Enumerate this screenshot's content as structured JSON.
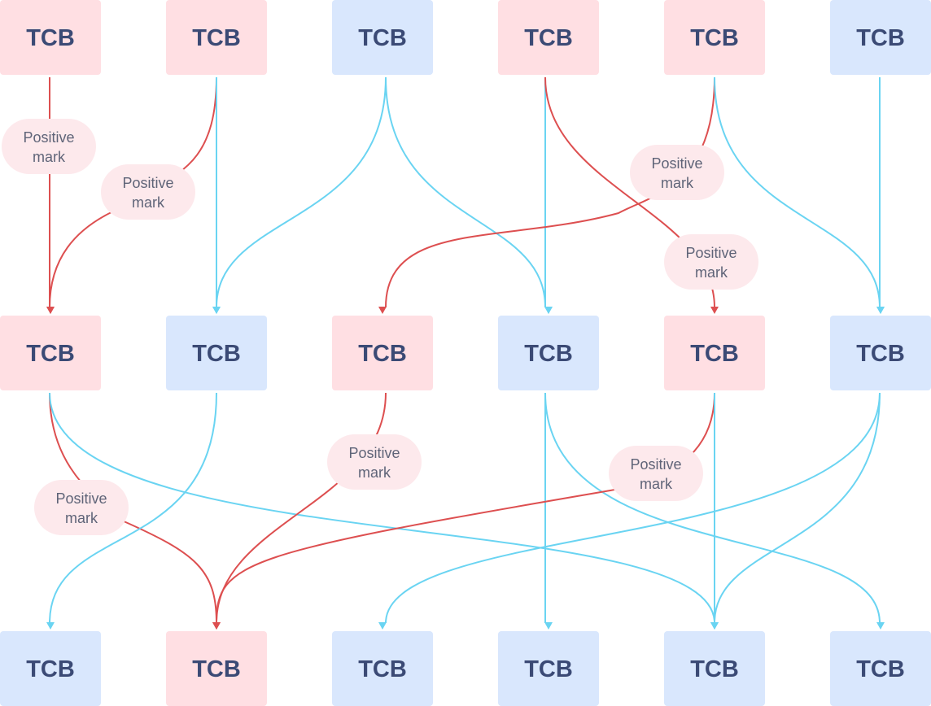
{
  "colors": {
    "red_node": "#ffdfe3",
    "blue_node": "#d9e7fd",
    "red_edge": "#dd4f50",
    "blue_edge": "#6ad4f2",
    "label_bg": "#fde9ec",
    "node_text": "#3b4a75",
    "label_text": "#5f6478"
  },
  "rows": [
    {
      "nodes": [
        {
          "label": "TCB",
          "color": "red"
        },
        {
          "label": "TCB",
          "color": "red"
        },
        {
          "label": "TCB",
          "color": "blue"
        },
        {
          "label": "TCB",
          "color": "red"
        },
        {
          "label": "TCB",
          "color": "red"
        },
        {
          "label": "TCB",
          "color": "blue"
        }
      ]
    },
    {
      "nodes": [
        {
          "label": "TCB",
          "color": "red"
        },
        {
          "label": "TCB",
          "color": "blue"
        },
        {
          "label": "TCB",
          "color": "red"
        },
        {
          "label": "TCB",
          "color": "blue"
        },
        {
          "label": "TCB",
          "color": "red"
        },
        {
          "label": "TCB",
          "color": "blue"
        }
      ]
    },
    {
      "nodes": [
        {
          "label": "TCB",
          "color": "blue"
        },
        {
          "label": "TCB",
          "color": "red"
        },
        {
          "label": "TCB",
          "color": "blue"
        },
        {
          "label": "TCB",
          "color": "blue"
        },
        {
          "label": "TCB",
          "color": "blue"
        },
        {
          "label": "TCB",
          "color": "blue"
        }
      ]
    }
  ],
  "edges": [
    {
      "from": [
        0,
        0
      ],
      "to": [
        1,
        0
      ],
      "color": "red",
      "label": [
        "Positive",
        "mark"
      ]
    },
    {
      "from": [
        0,
        1
      ],
      "to": [
        1,
        0
      ],
      "color": "red",
      "label": [
        "Positive",
        "mark"
      ]
    },
    {
      "from": [
        0,
        1
      ],
      "to": [
        1,
        1
      ],
      "color": "blue"
    },
    {
      "from": [
        0,
        2
      ],
      "to": [
        1,
        1
      ],
      "color": "blue"
    },
    {
      "from": [
        0,
        2
      ],
      "to": [
        1,
        3
      ],
      "color": "blue"
    },
    {
      "from": [
        0,
        3
      ],
      "to": [
        1,
        3
      ],
      "color": "blue"
    },
    {
      "from": [
        0,
        3
      ],
      "to": [
        1,
        4
      ],
      "color": "red",
      "label": [
        "Positive",
        "mark"
      ]
    },
    {
      "from": [
        0,
        4
      ],
      "to": [
        1,
        2
      ],
      "color": "red",
      "label": [
        "Positive",
        "mark"
      ]
    },
    {
      "from": [
        0,
        4
      ],
      "to": [
        1,
        5
      ],
      "color": "blue"
    },
    {
      "from": [
        0,
        5
      ],
      "to": [
        1,
        5
      ],
      "color": "blue"
    },
    {
      "from": [
        1,
        0
      ],
      "to": [
        2,
        1
      ],
      "color": "red",
      "label": [
        "Positive",
        "mark"
      ]
    },
    {
      "from": [
        1,
        0
      ],
      "to": [
        2,
        4
      ],
      "color": "blue"
    },
    {
      "from": [
        1,
        1
      ],
      "to": [
        2,
        0
      ],
      "color": "blue"
    },
    {
      "from": [
        1,
        2
      ],
      "to": [
        2,
        1
      ],
      "color": "red",
      "label": [
        "Positive",
        "mark"
      ]
    },
    {
      "from": [
        1,
        3
      ],
      "to": [
        2,
        3
      ],
      "color": "blue"
    },
    {
      "from": [
        1,
        3
      ],
      "to": [
        2,
        5
      ],
      "color": "blue"
    },
    {
      "from": [
        1,
        4
      ],
      "to": [
        2,
        1
      ],
      "color": "red",
      "label": [
        "Positive",
        "mark"
      ]
    },
    {
      "from": [
        1,
        4
      ],
      "to": [
        2,
        4
      ],
      "color": "blue"
    },
    {
      "from": [
        1,
        5
      ],
      "to": [
        2,
        2
      ],
      "color": "blue"
    },
    {
      "from": [
        1,
        5
      ],
      "to": [
        2,
        4
      ],
      "color": "blue"
    }
  ]
}
